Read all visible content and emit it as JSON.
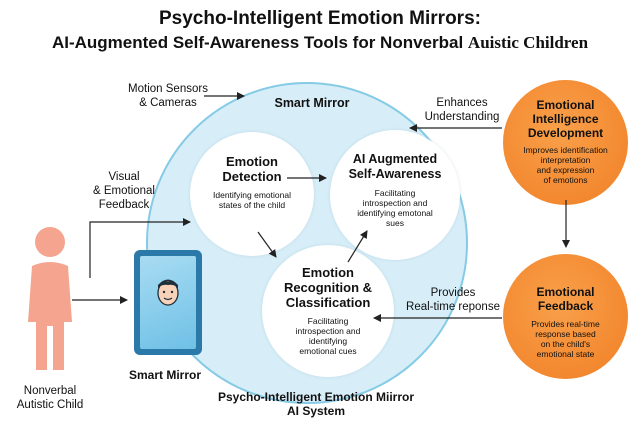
{
  "title": {
    "line1": "Psycho-Intelligent Emotion Mirrors:",
    "line2_sans": "AI-Augmented Self-Awareness Tools for Nonverbal",
    "line2_serif": "Auistic Children"
  },
  "inputs": {
    "sensors": [
      "Motion Sensors",
      "& Cameras"
    ],
    "feedback": [
      "Visual",
      "& Emotional",
      "Feedback"
    ]
  },
  "system": {
    "heading": "Smart Mirror",
    "footer": [
      "Psycho-Intelligent Emotion Miirror",
      "AI System"
    ]
  },
  "nodes": {
    "detection": {
      "title": [
        "Emotion",
        "Detection"
      ],
      "desc": [
        "Identifying emotional",
        "states of the child"
      ]
    },
    "augmented": {
      "title": [
        "AI Augmented",
        "Self-Awareness"
      ],
      "desc": [
        "Facilitating",
        "introspection and",
        "identifying emotonal",
        "sues"
      ]
    },
    "recognition": {
      "title": [
        "Emotion",
        "Recognition &",
        "Classification"
      ],
      "desc": [
        "Facilitating",
        "introspection and",
        "identifying",
        "emotional cues"
      ]
    }
  },
  "outcomes": {
    "eid": {
      "title": [
        "Emotional",
        "Intelligence",
        "Development"
      ],
      "desc": [
        "Improves identification",
        "interpretation",
        "and expression",
        "of emotions"
      ]
    },
    "ef": {
      "title": [
        "Emotional",
        "Feedback"
      ],
      "desc": [
        "Provides real-time",
        "response based",
        "on the child's",
        "emotional state"
      ]
    }
  },
  "edges": {
    "enhances": [
      "Enhances",
      "Understanding"
    ],
    "provides": [
      "Provides",
      "Real-time reponse"
    ]
  },
  "actors": {
    "child": [
      "Nonverbal",
      "Autistic Child"
    ],
    "mirror_device": "Smart Mirror"
  },
  "colors": {
    "big_circle": "#d7eef8",
    "orange": "#f38a30",
    "child": "#f5a58f",
    "tablet": "#2b79a8"
  }
}
